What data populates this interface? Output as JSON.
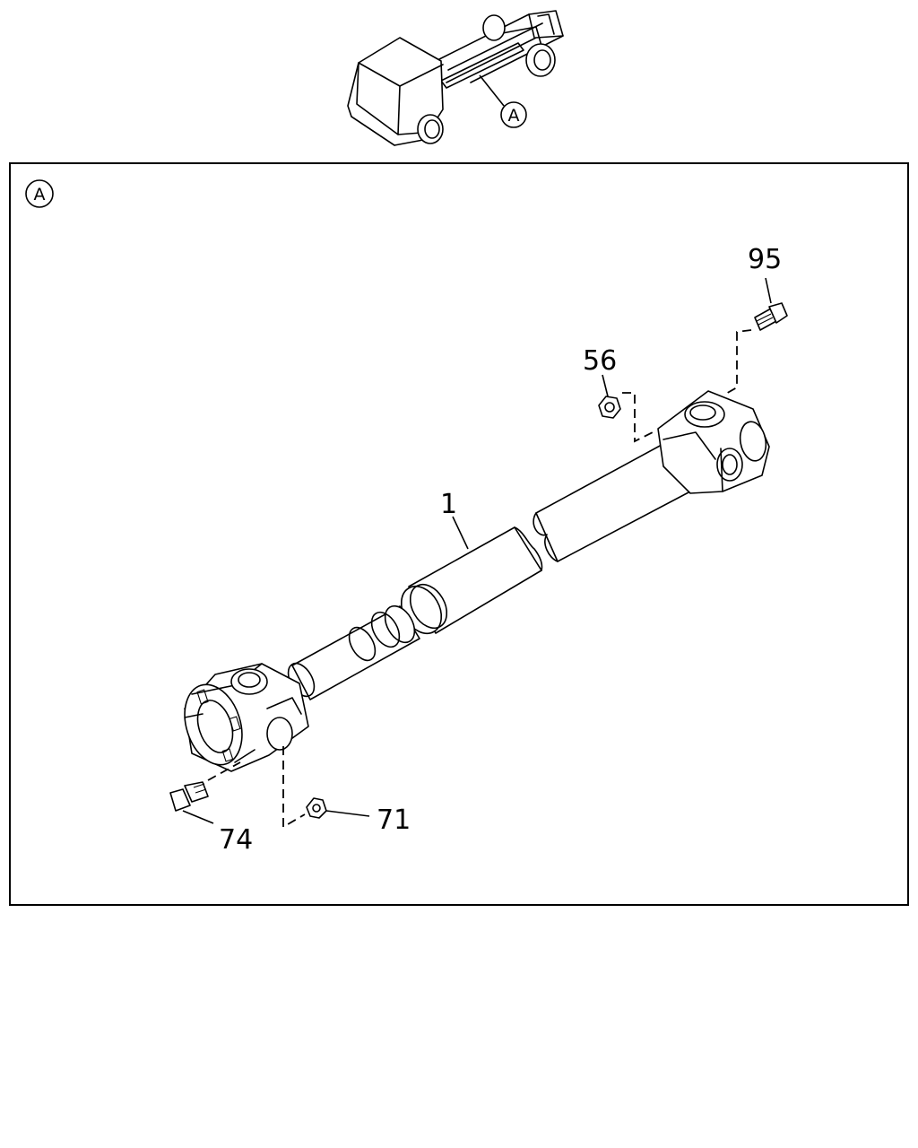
{
  "overview": {
    "view_marker": "A"
  },
  "detail": {
    "view_marker": "A",
    "callouts": {
      "shaft": "1",
      "bolt_rear": "95",
      "nut_rear": "56",
      "bolt_front": "74",
      "nut_front": "71"
    }
  }
}
